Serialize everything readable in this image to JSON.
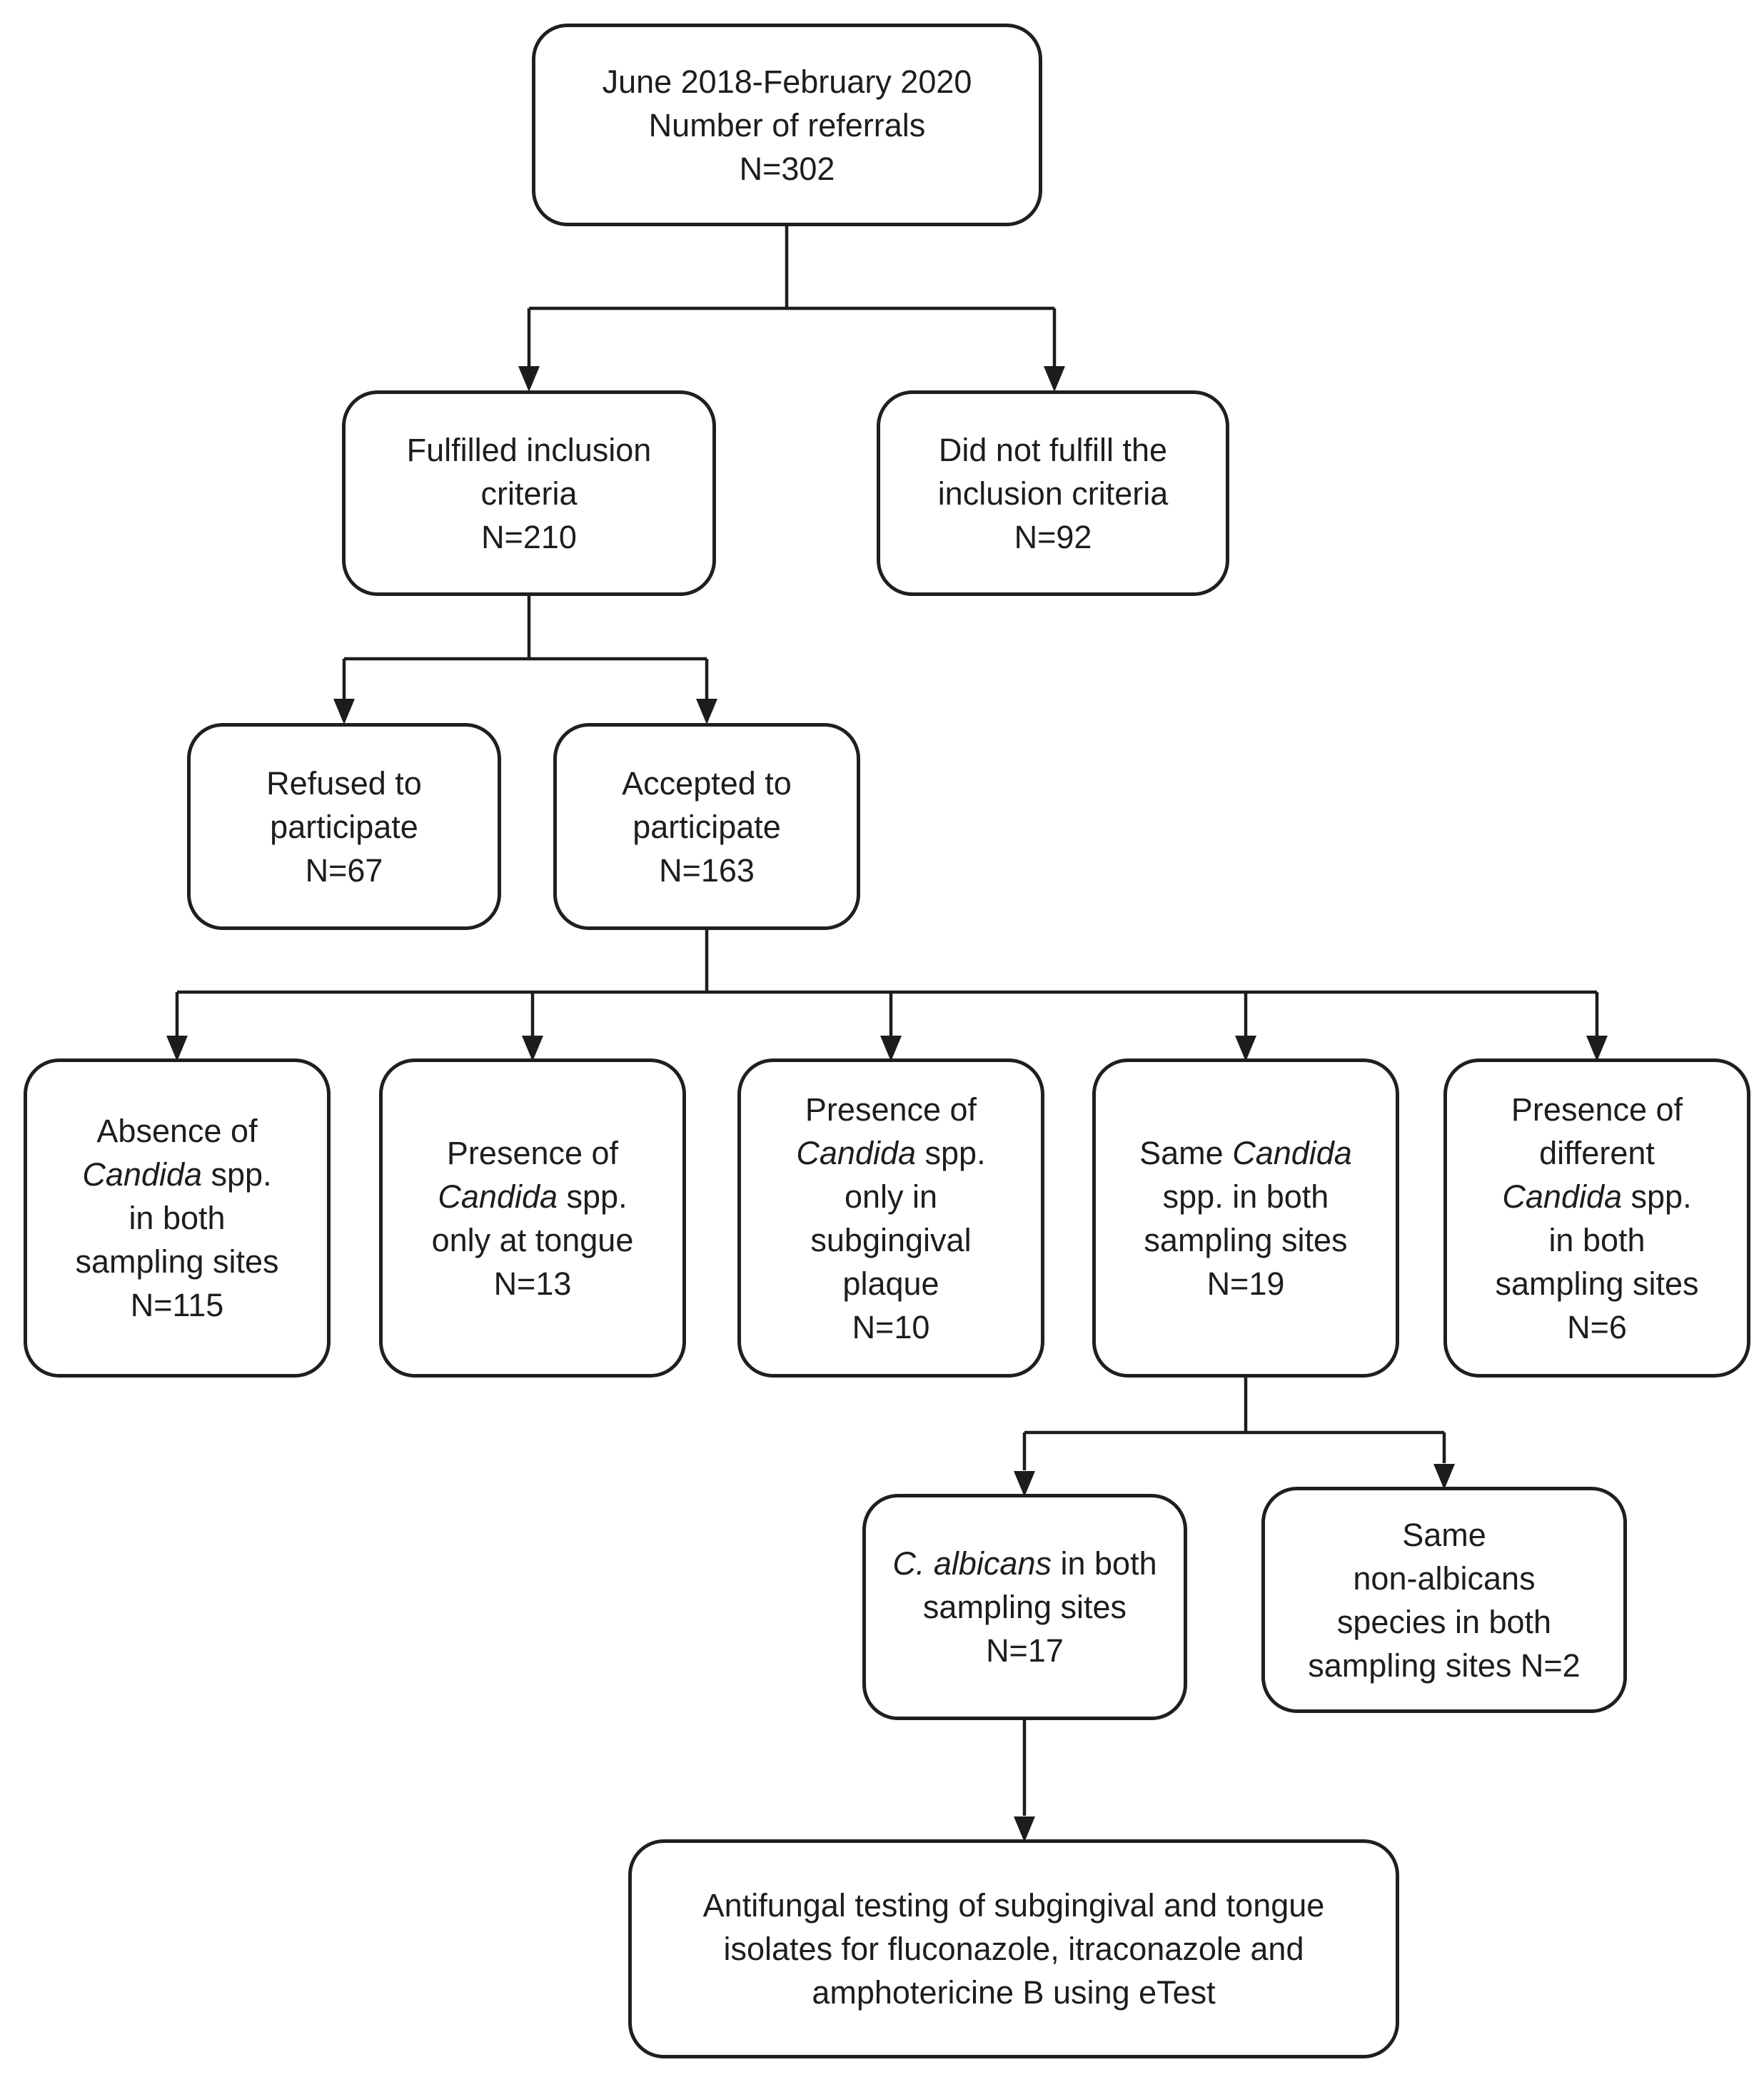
{
  "figure": {
    "type": "flowchart",
    "background": "#ffffff",
    "box_border_color": "#1f1f1f",
    "line_color": "#1c1c1c",
    "text_color": "#1d1d1d"
  },
  "nodes": [
    {
      "id": "referrals",
      "n": 302,
      "lines": [
        [
          {
            "t": "June 2018-February 2020"
          }
        ],
        [
          {
            "t": "Number of referrals"
          }
        ],
        [
          {
            "t": "N=302"
          }
        ]
      ]
    },
    {
      "id": "fulfilled-criteria",
      "n": 210,
      "lines": [
        [
          {
            "t": "Fulfilled inclusion"
          }
        ],
        [
          {
            "t": "criteria"
          }
        ],
        [
          {
            "t": "N=210"
          }
        ]
      ]
    },
    {
      "id": "not-fulfilled-criteria",
      "n": 92,
      "lines": [
        [
          {
            "t": "Did not fulfill the"
          }
        ],
        [
          {
            "t": "inclusion criteria"
          }
        ],
        [
          {
            "t": "N=92"
          }
        ]
      ]
    },
    {
      "id": "refused",
      "n": 67,
      "lines": [
        [
          {
            "t": "Refused to"
          }
        ],
        [
          {
            "t": "participate"
          }
        ],
        [
          {
            "t": "N=67"
          }
        ]
      ]
    },
    {
      "id": "accepted",
      "n": 163,
      "lines": [
        [
          {
            "t": "Accepted to"
          }
        ],
        [
          {
            "t": "participate"
          }
        ],
        [
          {
            "t": "N=163"
          }
        ]
      ]
    },
    {
      "id": "absence-both-sites",
      "n": 115,
      "lines": [
        [
          {
            "t": "Absence of"
          }
        ],
        [
          {
            "t": "Candida",
            "i": true
          },
          {
            "t": " spp."
          }
        ],
        [
          {
            "t": "in both"
          }
        ],
        [
          {
            "t": "sampling sites"
          }
        ],
        [
          {
            "t": "N=115"
          }
        ]
      ]
    },
    {
      "id": "presence-tongue-only",
      "n": 13,
      "lines": [
        [
          {
            "t": "Presence of"
          }
        ],
        [
          {
            "t": "Candida",
            "i": true
          },
          {
            "t": " spp."
          }
        ],
        [
          {
            "t": "only at tongue"
          }
        ],
        [
          {
            "t": "N=13"
          }
        ]
      ]
    },
    {
      "id": "presence-subgingival-only",
      "n": 10,
      "lines": [
        [
          {
            "t": "Presence of"
          }
        ],
        [
          {
            "t": "Candida",
            "i": true
          },
          {
            "t": " spp."
          }
        ],
        [
          {
            "t": "only in"
          }
        ],
        [
          {
            "t": "subgingival"
          }
        ],
        [
          {
            "t": "plaque"
          }
        ],
        [
          {
            "t": "N=10"
          }
        ]
      ]
    },
    {
      "id": "same-candida-both-sites",
      "n": 19,
      "lines": [
        [
          {
            "t": "Same "
          },
          {
            "t": "Candida",
            "i": true
          }
        ],
        [
          {
            "t": "spp. in both"
          }
        ],
        [
          {
            "t": "sampling sites"
          }
        ],
        [
          {
            "t": "N=19"
          }
        ]
      ]
    },
    {
      "id": "different-candida-both-sites",
      "n": 6,
      "lines": [
        [
          {
            "t": "Presence of"
          }
        ],
        [
          {
            "t": "different"
          }
        ],
        [
          {
            "t": "Candida",
            "i": true
          },
          {
            "t": " spp."
          }
        ],
        [
          {
            "t": "in both"
          }
        ],
        [
          {
            "t": "sampling sites"
          }
        ],
        [
          {
            "t": "N=6"
          }
        ]
      ]
    },
    {
      "id": "c-albicans-both-sites",
      "n": 17,
      "lines": [
        [
          {
            "t": "C. albicans",
            "i": true
          },
          {
            "t": " in both"
          }
        ],
        [
          {
            "t": "sampling sites"
          }
        ],
        [
          {
            "t": "N=17"
          }
        ]
      ]
    },
    {
      "id": "same-non-albicans-both-sites",
      "n": 2,
      "lines": [
        [
          {
            "t": "Same"
          }
        ],
        [
          {
            "t": "non-albicans"
          }
        ],
        [
          {
            "t": "species in both"
          }
        ],
        [
          {
            "t": "sampling sites N=2"
          }
        ]
      ]
    },
    {
      "id": "antifungal-testing",
      "n": null,
      "lines": [
        [
          {
            "t": "Antifungal testing of subgingival and tongue"
          }
        ],
        [
          {
            "t": "isolates for fluconazole, itraconazole and"
          }
        ],
        [
          {
            "t": "amphotericine B using eTest"
          }
        ]
      ]
    }
  ]
}
